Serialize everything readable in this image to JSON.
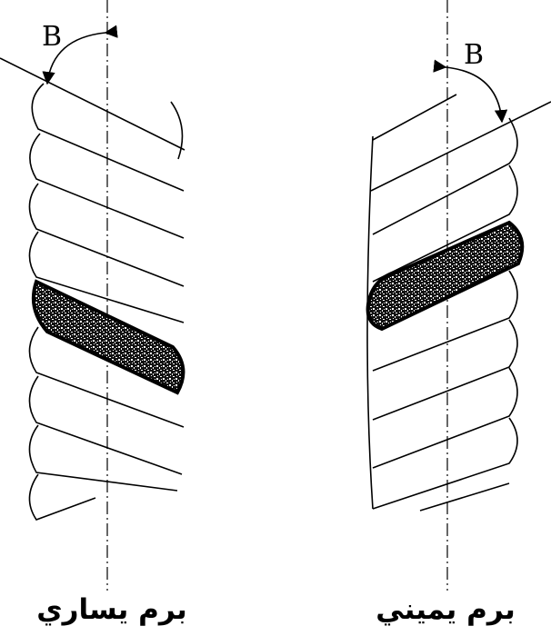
{
  "figure": {
    "left_rope": {
      "angle_label": "B",
      "caption": "برم يساري"
    },
    "right_rope": {
      "angle_label": "B",
      "caption": "برم يميني"
    },
    "colors": {
      "stroke": "#000000",
      "background": "#ffffff"
    }
  }
}
